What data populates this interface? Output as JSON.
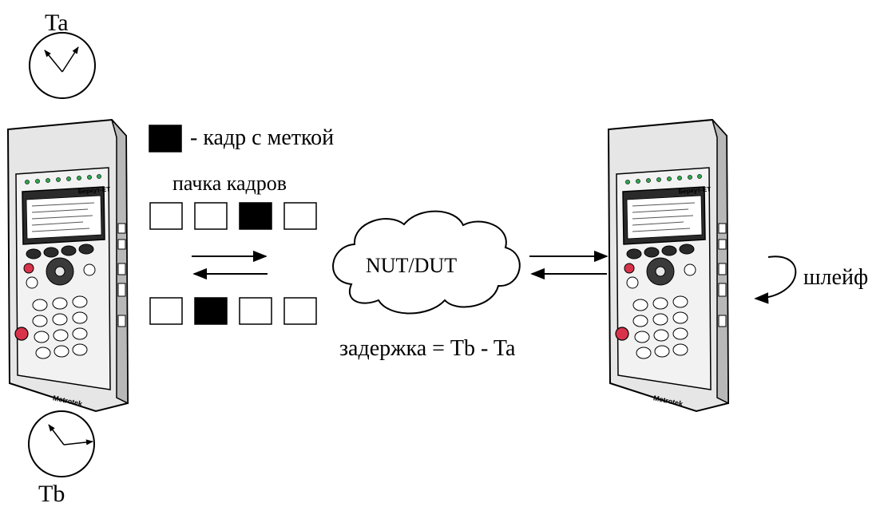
{
  "labels": {
    "clock_top": "Ta",
    "clock_bottom": "Tb",
    "legend": "- кадр с меткой",
    "burst_title": "пачка кадров",
    "network": "NUT/DUT",
    "delay": "задержка = Tb - Ta",
    "loop": "шлейф"
  },
  "devices": {
    "brand_name": "Metrotek",
    "model_name": "Беркут-ET"
  },
  "frames": {
    "top_row": [
      false,
      false,
      true,
      false
    ],
    "bottom_row": [
      false,
      true,
      false,
      false
    ]
  },
  "colors": {
    "stroke": "#000000",
    "frame_marked": "#000000",
    "frame_empty": "#ffffff",
    "device_body": "#d9d9d9",
    "device_dark": "#2a2a2a",
    "power_button": "#d8334a",
    "led": "#2fa84f"
  }
}
